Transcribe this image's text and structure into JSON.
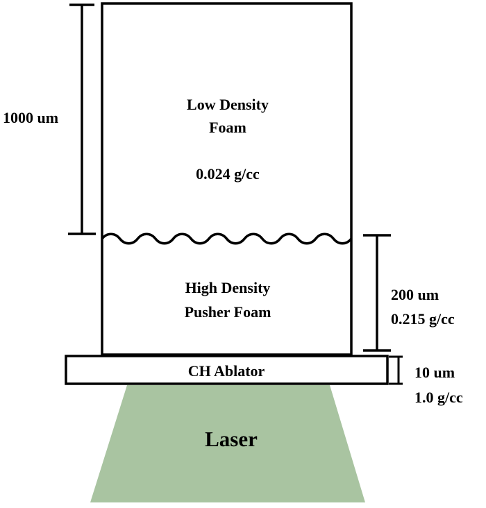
{
  "colors": {
    "stroke": "#000000",
    "laser_fill": "#a9c4a1",
    "background": "#ffffff"
  },
  "low_density_foam": {
    "name_line1": "Low Density",
    "name_line2": "Foam",
    "density": "0.024 g/cc",
    "thickness": "1000 um"
  },
  "pusher_foam": {
    "name_line1": "High Density",
    "name_line2": "Pusher Foam",
    "thickness": "200 um",
    "density": "0.215 g/cc"
  },
  "ablator": {
    "name": "CH Ablator",
    "thickness": "10 um",
    "density": "1.0 g/cc"
  },
  "laser": {
    "label": "Laser"
  }
}
